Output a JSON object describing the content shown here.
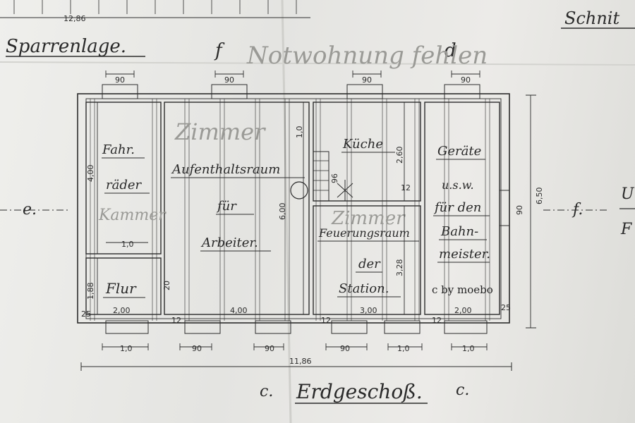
{
  "labels": {
    "overall_top": "12,86",
    "title_left": "Sparrenlage.",
    "axis_top_left": "f",
    "axis_top_right": "d",
    "title_right": "Schnit",
    "pencil_note": "Notwohnung fehlen",
    "axis_left": "e.",
    "axis_right": "f.",
    "edge_right_1": "U",
    "edge_right_2": "F",
    "floor_title": "Erdgeschoß.",
    "axis_bottom_left": "c.",
    "axis_bottom_right": "c.",
    "overall_bottom": "11,86",
    "watermark": "c by moebo"
  },
  "rooms": {
    "fahrraeder_1": "Fahr.",
    "fahrraeder_2": "räder",
    "flur": "Flur",
    "aufenthalt_1": "Aufenthaltsraum",
    "aufenthalt_2": "für",
    "aufenthalt_3": "Arbeiter.",
    "kueche": "Küche",
    "feuerung_1": "Feuerungsraum",
    "feuerung_2": "der",
    "feuerung_3": "Station.",
    "geraete_1": "Geräte",
    "geraete_2": "u.s.w.",
    "geraete_3": "für den",
    "geraete_4": "Bahn-",
    "geraete_5": "meister."
  },
  "pencil_rooms": {
    "zimmer_1": "Zimmer",
    "kammer": "Kammer",
    "zimmer_2": "Zimmer"
  },
  "dims": {
    "top_90_a": "90",
    "top_90_b": "90",
    "top_90_c": "90",
    "top_90_d": "90",
    "v_400": "4,00",
    "v_188": "1,88",
    "v_600": "6,00",
    "v_100": "1,0",
    "v_260": "2,60",
    "v_328": "3,28",
    "v_650": "6,50",
    "v_right_90": "90",
    "w_10": "1,0",
    "w_200_a": "2,00",
    "w_400": "4,00",
    "w_300": "3,00",
    "w_200_b": "2,00",
    "s_25_a": "25",
    "s_25_b": "25",
    "s_12_a": "12",
    "s_12_b": "12",
    "s_12_c": "12",
    "s_12_d": "12",
    "b_10_a": "1,0",
    "b_90_a": "90",
    "b_90_b": "90",
    "b_90_c": "90",
    "b_10_b": "1,0",
    "b_10_c": "1,0",
    "misc_20": "20",
    "misc_96": "96"
  }
}
